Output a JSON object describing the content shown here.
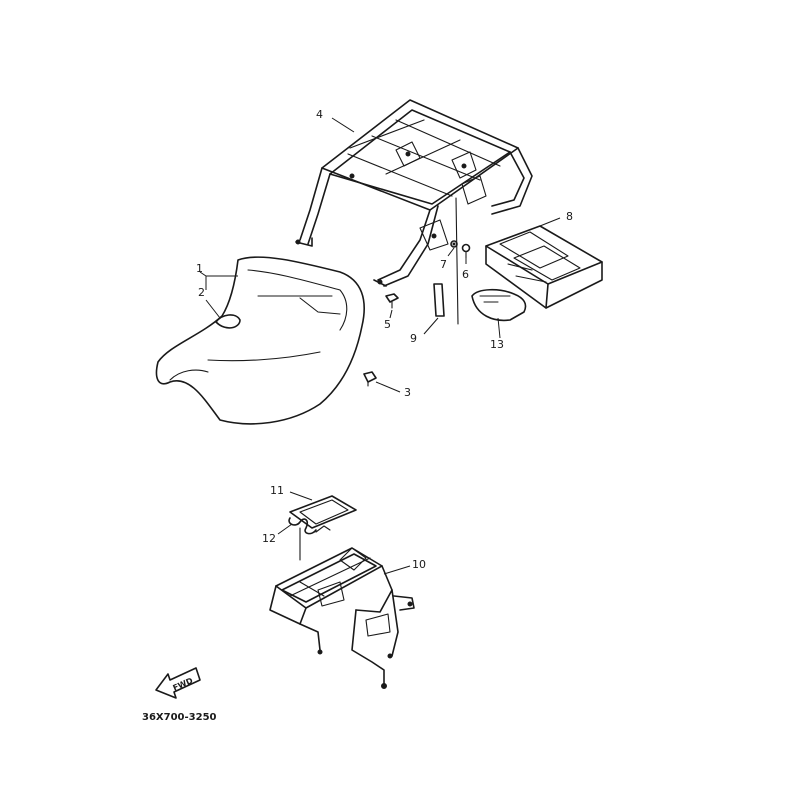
{
  "callouts": {
    "c1": "1",
    "c2": "2",
    "c3": "3",
    "c4": "4",
    "c5": "5",
    "c6": "6",
    "c7": "7",
    "c8": "8",
    "c9": "9",
    "c10": "10",
    "c11": "11",
    "c12": "12",
    "c13": "13"
  },
  "fwd_label": "FWD",
  "drawing_code": "36X700-3250",
  "colors": {
    "ink": "#1a1a1a",
    "paper": "#ffffff"
  }
}
